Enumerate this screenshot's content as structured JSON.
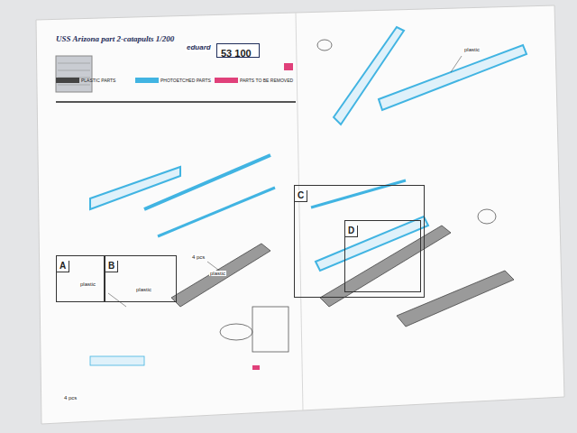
{
  "diagram": {
    "title": "USS Arizona part 2-catapults 1/200",
    "nodes": [
      {
        "text": [
          "A"
        ]
      },
      {
        "text": [
          "B"
        ]
      },
      {
        "text": [
          "C"
        ]
      },
      {
        "text": [
          "D"
        ],
        "in": 2
      },
      {
        "text": [
          "53 100"
        ]
      }
    ],
    "labels": [
      "eduard",
      "plastic",
      "plastic",
      "plastic",
      "plastic",
      "4 pcs",
      "4 pcs"
    ],
    "legend": [
      {
        "text": "PLASTIC PARTS",
        "color": "#444444"
      },
      {
        "text": "PHOTOETCHED PARTS",
        "color": "#41b4e2"
      },
      {
        "text": "PARTS TO BE REMOVED",
        "color": "#e0407a"
      }
    ]
  }
}
